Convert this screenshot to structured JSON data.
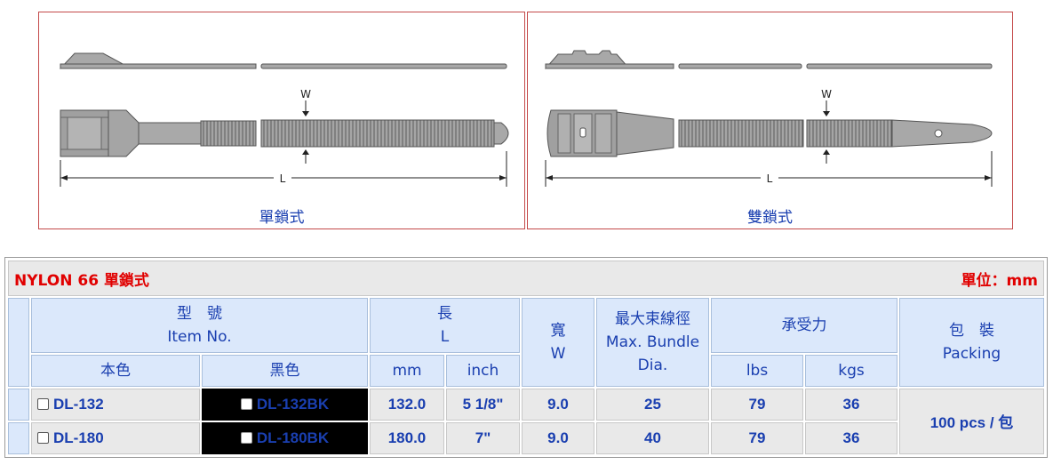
{
  "diagrams": {
    "single": {
      "caption": "單鎖式",
      "width_label": "W",
      "length_label": "L"
    },
    "double": {
      "caption": "雙鎖式",
      "width_label": "W",
      "length_label": "L"
    }
  },
  "table": {
    "title": "NYLON 66 單鎖式",
    "unit": "單位：mm",
    "headers": {
      "model_zh": "型　號",
      "model_en": "Item No.",
      "length_zh": "長",
      "length_en": "L",
      "width_zh": "寬",
      "width_en": "W",
      "bundle_zh": "最大束線徑",
      "bundle_en_1": "Max. Bundle",
      "bundle_en_2": "Dia.",
      "tensile_zh": "承受力",
      "packing_zh": "包　裝",
      "packing_en": "Packing",
      "natural": "本色",
      "black": "黑色",
      "mm": "mm",
      "inch": "inch",
      "lbs": "lbs",
      "kgs": "kgs"
    },
    "rows": [
      {
        "natural": "DL-132",
        "black": "DL-132BK",
        "mm": "132.0",
        "inch": "5 1/8\"",
        "width": "9.0",
        "bundle": "25",
        "lbs": "79",
        "kgs": "36"
      },
      {
        "natural": "DL-180",
        "black": "DL-180BK",
        "mm": "180.0",
        "inch": "7\"",
        "width": "9.0",
        "bundle": "40",
        "lbs": "79",
        "kgs": "36"
      }
    ],
    "packing": "100 pcs / 包"
  }
}
